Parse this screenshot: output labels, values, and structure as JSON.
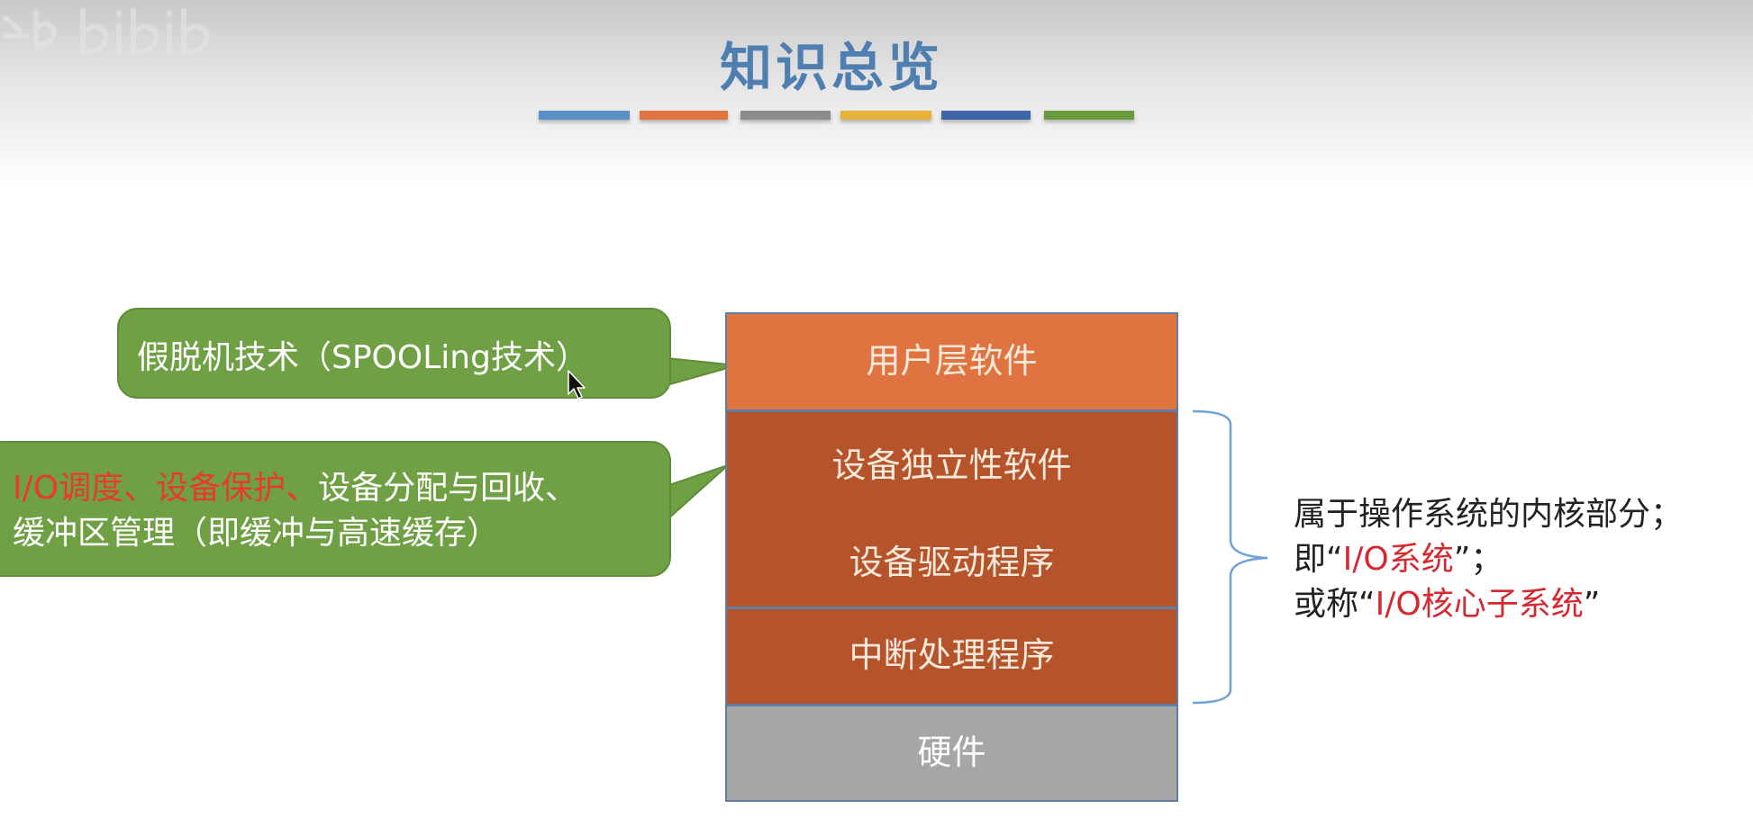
{
  "slide": {
    "title": "知识总览",
    "title_bar_colors": [
      "#5b8ec7",
      "#e07440",
      "#8c8c8c",
      "#e8b23a",
      "#3f64a8",
      "#6a9a3e"
    ]
  },
  "layers": {
    "user_software": "用户层软件",
    "device_independent": "设备独立性软件",
    "device_driver": "设备驱动程序",
    "interrupt_handler": "中断处理程序",
    "hardware": "硬件"
  },
  "callouts": {
    "spooling": "假脱机技术（SPOOLing技术）",
    "io_line1_red": "I/O调度、设备保护、",
    "io_line1_rest": "设备分配与回收、",
    "io_line2": "缓冲区管理（即缓冲与高速缓存）"
  },
  "annotation": {
    "line1": "属于操作系统的内核部分；",
    "line2_prefix": "即“",
    "line2_red": "I/O系统",
    "line2_suffix": "”；",
    "line3_prefix": "或称“",
    "line3_red": "I/O核心子系统",
    "line3_suffix": "”"
  },
  "colors": {
    "title": "#4f7fb1",
    "user_layer": "#e07440",
    "kernel_layer": "#b5532b",
    "hardware_layer": "#a6a6a6",
    "callout": "#70a044",
    "highlight_red": "#e83a2e",
    "brace": "#6fa3d6"
  }
}
